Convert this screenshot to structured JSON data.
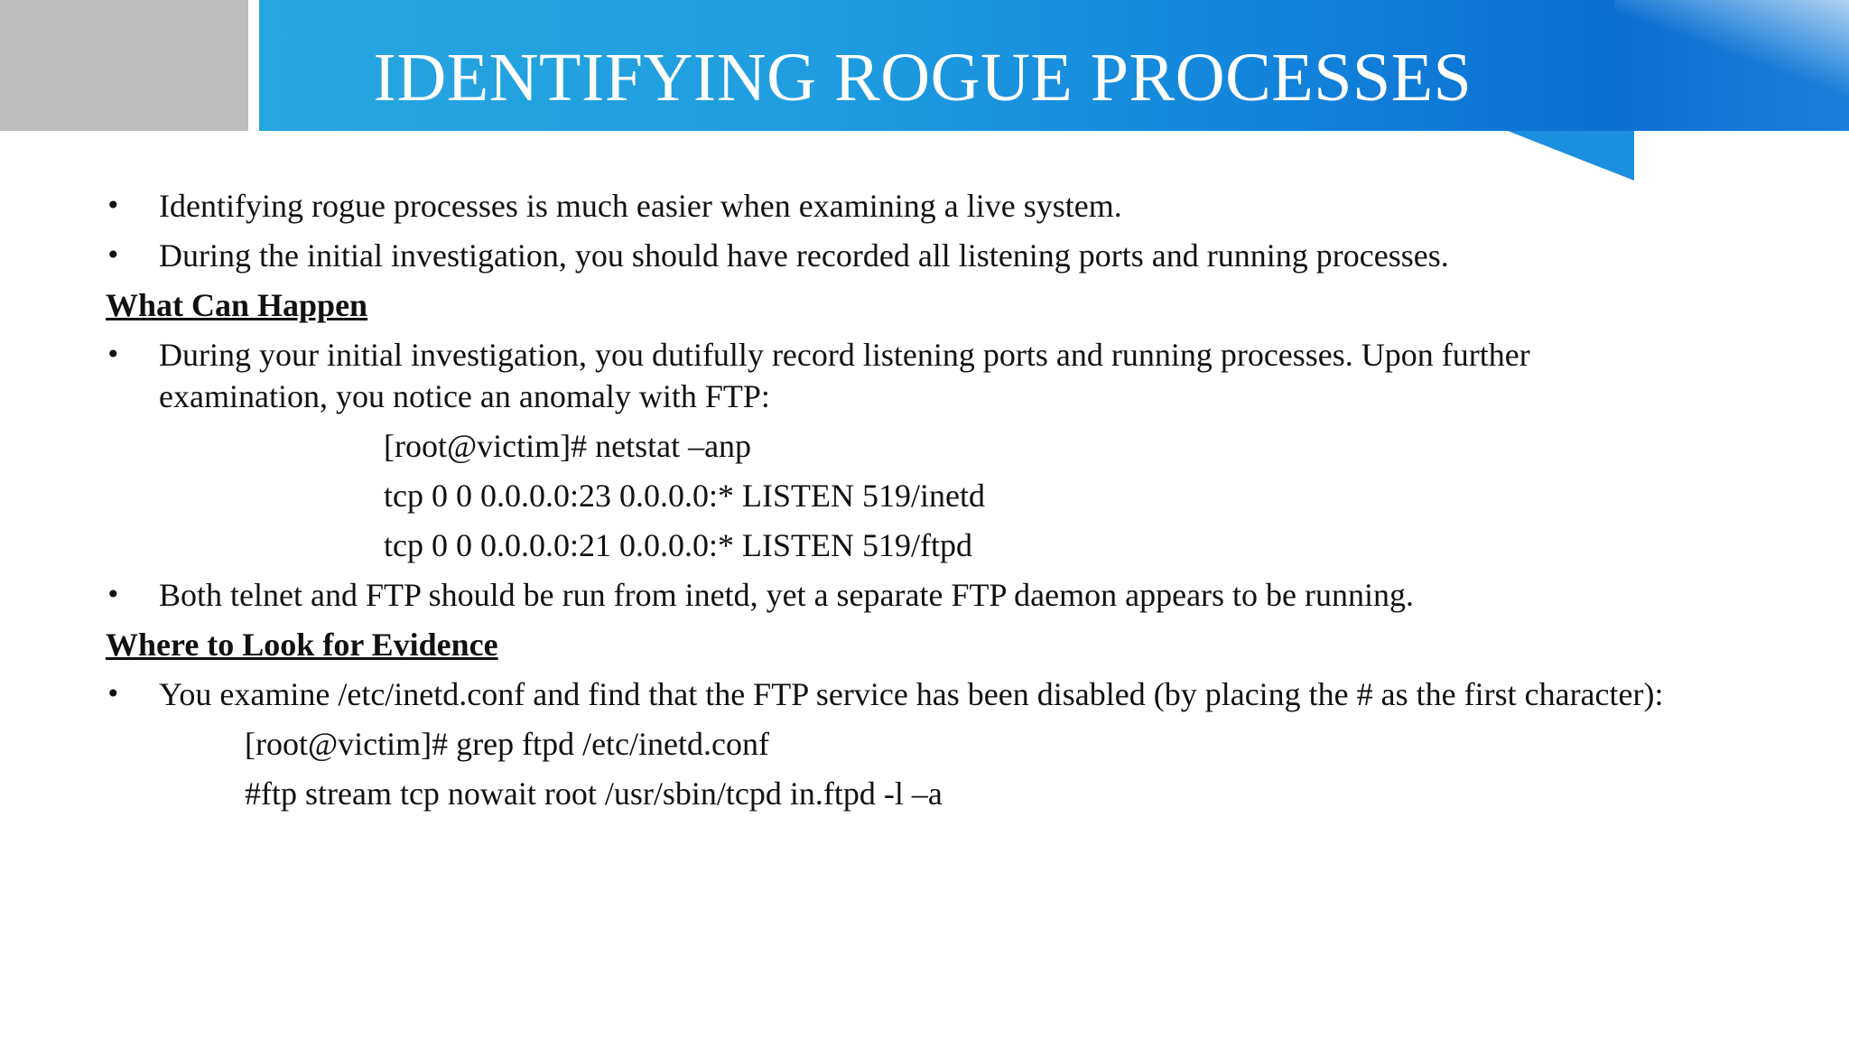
{
  "slide": {
    "title": "IDENTIFYING ROGUE PROCESSES",
    "bullets_intro": [
      "Identifying rogue processes is much easier when examining a live system.",
      "During the initial investigation, you should have recorded all listening ports and running processes."
    ],
    "section1": {
      "heading": "What Can Happen",
      "bullet": "During your initial investigation, you dutifully record listening ports and running processes. Upon further examination, you notice an anomaly with FTP:",
      "code": [
        "[root@victim]# netstat –anp",
        "tcp 0 0 0.0.0.0:23 0.0.0.0:* LISTEN 519/inetd",
        "tcp 0 0 0.0.0.0:21 0.0.0.0:* LISTEN 519/ftpd"
      ],
      "bullet2": "Both telnet and FTP should be run from inetd, yet a separate FTP daemon appears to be running."
    },
    "section2": {
      "heading": "Where to Look for Evidence",
      "bullet": "You examine /etc/inetd.conf and find that the FTP service has been disabled (by placing the # as the first character):",
      "code": [
        "[root@victim]# grep ftpd /etc/inetd.conf",
        "#ftp stream tcp nowait root /usr/sbin/tcpd in.ftpd -l –a"
      ]
    },
    "bullet_symbol": "•"
  }
}
